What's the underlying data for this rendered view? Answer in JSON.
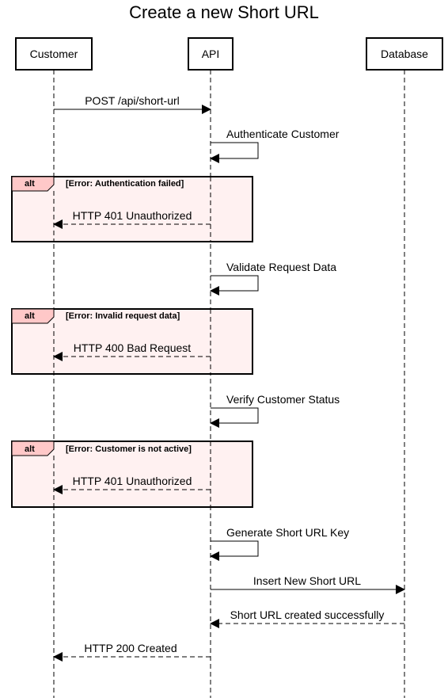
{
  "diagram": {
    "title": "Create a new Short URL",
    "participants": [
      {
        "id": "customer",
        "label": "Customer"
      },
      {
        "id": "api",
        "label": "API"
      },
      {
        "id": "database",
        "label": "Database"
      }
    ],
    "alt_tag": "alt",
    "alts": [
      {
        "condition": "[Error: Authentication failed]",
        "message": "HTTP 401 Unauthorized"
      },
      {
        "condition": "[Error: Invalid request data]",
        "message": "HTTP 400 Bad Request"
      },
      {
        "condition": "[Error: Customer is not active]",
        "message": "HTTP 401 Unauthorized"
      }
    ],
    "messages": {
      "post_short_url": "POST /api/short-url",
      "authenticate": "Authenticate Customer",
      "validate": "Validate Request Data",
      "verify": "Verify Customer Status",
      "generate_key": "Generate Short URL Key",
      "insert": "Insert New Short URL",
      "created_success": "Short URL created successfully",
      "http_200": "HTTP 200 Created"
    }
  }
}
